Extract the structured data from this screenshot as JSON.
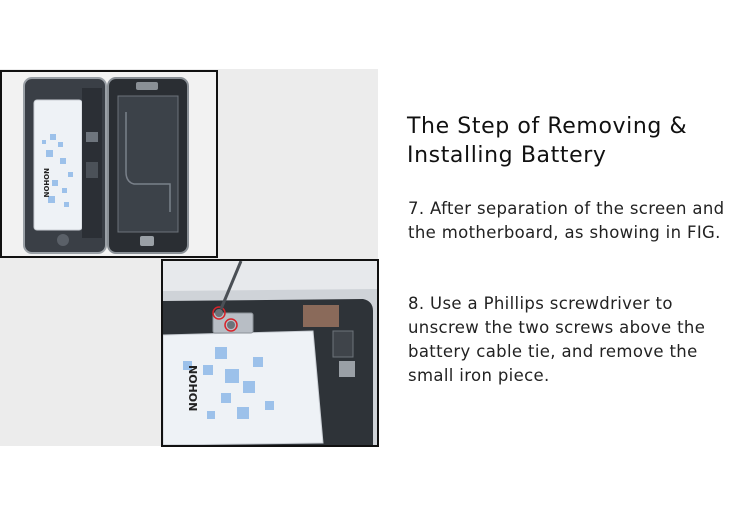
{
  "title": "The Step of Removing & Installing Battery",
  "steps": [
    {
      "text": "7. After separation of the screen and the motherboard, as showing in FIG."
    },
    {
      "text": "8. Use a Phillips screwdriver to unscrew the two screws above the battery cable tie, and remove the small iron piece."
    }
  ],
  "battery_brand": "NOHON",
  "colors": {
    "panel_background": "#ececec",
    "photo_border": "#111111",
    "battery_pattern": "#9cc1ea",
    "screw_marker": "#d8232a"
  }
}
